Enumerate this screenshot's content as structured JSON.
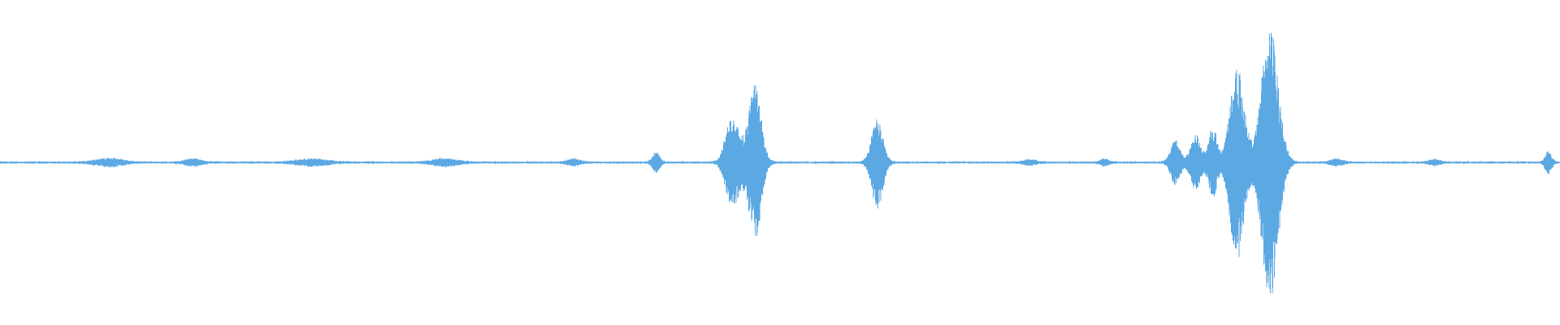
{
  "waveform": {
    "color": "#5ba8e3",
    "background": "#ffffff",
    "baseline_level": 0.006,
    "events": [
      {
        "center": 0.4205,
        "width": 0.0035,
        "amplitude": 0.06
      },
      {
        "center": 0.4665,
        "width": 0.005,
        "amplitude": 0.09
      },
      {
        "center": 0.471,
        "width": 0.0065,
        "amplitude": 0.22
      },
      {
        "center": 0.484,
        "width": 0.006,
        "amplitude": 0.48
      },
      {
        "center": 0.5625,
        "width": 0.0055,
        "amplitude": 0.28
      },
      {
        "center": 0.7535,
        "width": 0.0045,
        "amplitude": 0.14
      },
      {
        "center": 0.7665,
        "width": 0.005,
        "amplitude": 0.17
      },
      {
        "center": 0.7775,
        "width": 0.004,
        "amplitude": 0.22
      },
      {
        "center": 0.793,
        "width": 0.007,
        "amplitude": 0.6
      },
      {
        "center": 0.814,
        "width": 0.008,
        "amplitude": 0.85
      },
      {
        "center": 0.9925,
        "width": 0.003,
        "amplitude": 0.07
      }
    ],
    "minor_bursts": [
      {
        "center": 0.07,
        "width": 0.012,
        "amplitude": 0.025
      },
      {
        "center": 0.124,
        "width": 0.008,
        "amplitude": 0.02
      },
      {
        "center": 0.2,
        "width": 0.014,
        "amplitude": 0.02
      },
      {
        "center": 0.285,
        "width": 0.012,
        "amplitude": 0.022
      },
      {
        "center": 0.368,
        "width": 0.006,
        "amplitude": 0.02
      },
      {
        "center": 0.66,
        "width": 0.006,
        "amplitude": 0.015
      },
      {
        "center": 0.708,
        "width": 0.004,
        "amplitude": 0.02
      },
      {
        "center": 0.857,
        "width": 0.006,
        "amplitude": 0.02
      },
      {
        "center": 0.92,
        "width": 0.005,
        "amplitude": 0.018
      }
    ]
  }
}
